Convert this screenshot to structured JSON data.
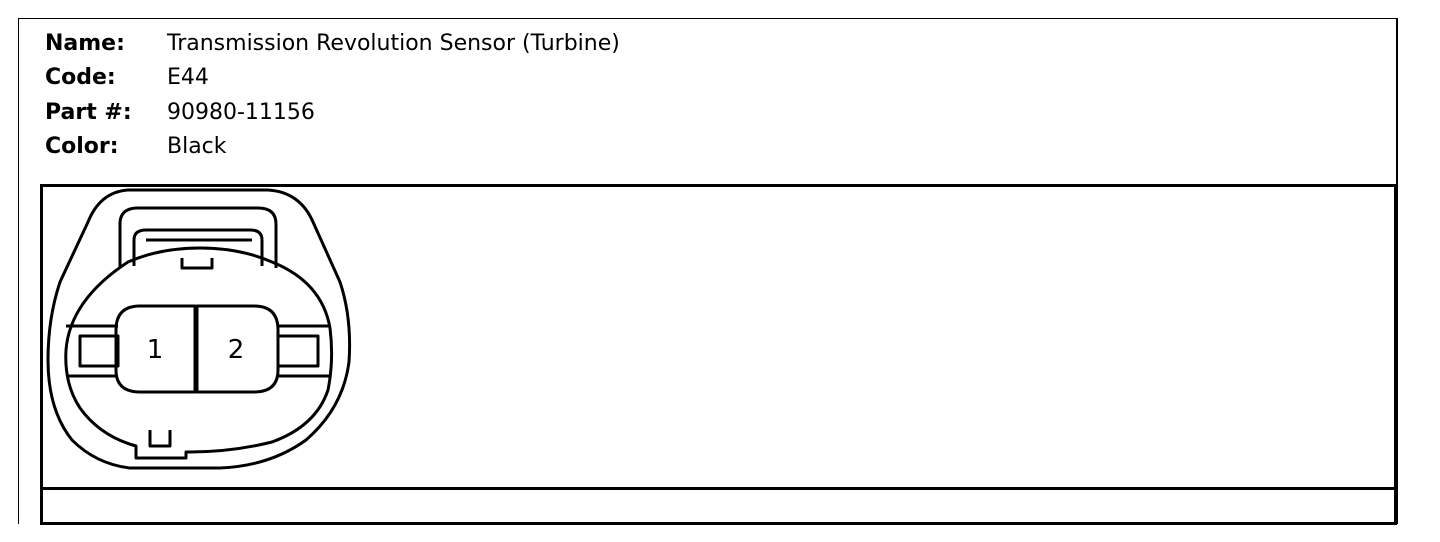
{
  "connector": {
    "name_label": "Name:",
    "name_value": "Transmission Revolution Sensor (Turbine)",
    "code_label": "Code:",
    "code_value": "E44",
    "part_label": "Part #:",
    "part_value": "90980-11156",
    "color_label": "Color:",
    "color_value": "Black"
  },
  "pins": [
    "1",
    "2"
  ]
}
